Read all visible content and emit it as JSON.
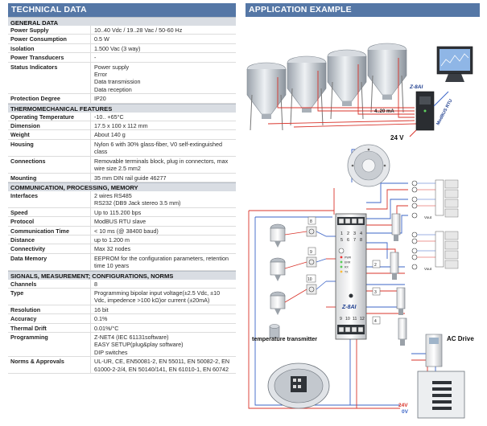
{
  "left": {
    "title": "TECHNICAL DATA",
    "sections": [
      {
        "heading": "GENERAL DATA",
        "rows": [
          {
            "label": "Power Supply",
            "lines": [
              "10..40 Vdc / 19..28 Vac / 50-60 Hz"
            ]
          },
          {
            "label": "Power Consumption",
            "lines": [
              "0.5 W"
            ]
          },
          {
            "label": "Isolation",
            "lines": [
              "1.500 Vac (3 way)"
            ]
          },
          {
            "label": "Power Transducers",
            "lines": [
              "-"
            ]
          },
          {
            "label": "Status Indicators",
            "lines": [
              "Power supply",
              "Error",
              "Data transmission",
              "Data reception"
            ]
          },
          {
            "label": "Protection Degree",
            "lines": [
              "IP20"
            ]
          }
        ]
      },
      {
        "heading": "THERMOMECHANICAL FEATURES",
        "rows": [
          {
            "label": "Operating Temperature",
            "lines": [
              "-10.. +65°C"
            ]
          },
          {
            "label": "Dimension",
            "lines": [
              "17.5 x 100 x 112 mm"
            ]
          },
          {
            "label": "Weight",
            "lines": [
              "About 140 g"
            ]
          },
          {
            "label": "Housing",
            "lines": [
              "Nylon 6 with 30% glass-fiber, V0 self-extinguished",
              "class"
            ]
          },
          {
            "label": "Connections",
            "lines": [
              "Removable terminals block, plug in connectors, max",
              "wire size 2.5 mm2"
            ]
          },
          {
            "label": "Mounting",
            "lines": [
              "35 mm DIN rail guide 46277"
            ]
          }
        ]
      },
      {
        "heading": "COMMUNICATION, PROCESSING,  MEMORY",
        "rows": [
          {
            "label": "Interfaces",
            "lines": [
              "2 wires RS485",
              "RS232 (DB9 Jack stereo 3.5 mm)"
            ]
          },
          {
            "label": "Speed",
            "lines": [
              "Up to 115.200 bps"
            ]
          },
          {
            "label": "Protocol",
            "lines": [
              "ModBUS RTU slave"
            ]
          },
          {
            "label": "Communication Time",
            "lines": [
              "< 10 ms (@ 38400 baud)"
            ]
          },
          {
            "label": "Distance",
            "lines": [
              "up to 1.200 m"
            ]
          },
          {
            "label": "Connectivity",
            "lines": [
              "Max 32 nodes"
            ]
          },
          {
            "label": "Data Memory",
            "lines": [
              "EEPROM for the configuration parameters, retention",
              "time 10 years"
            ]
          }
        ]
      },
      {
        "heading": "SIGNALS, MEASUREMENT; CONFIGURATIONS, NORMS",
        "rows": [
          {
            "label": "Channels",
            "lines": [
              "8"
            ]
          },
          {
            "label": "Type",
            "lines": [
              "Programming bipolar input voltage(±2.5 Vdc, ±10",
              "Vdc, impedence >100 kΩ)or current (±20mA)"
            ]
          },
          {
            "label": "Resolution",
            "lines": [
              "16 bit"
            ]
          },
          {
            "label": "Accuracy",
            "lines": [
              "0.1%"
            ]
          },
          {
            "label": "Thermal Drift",
            "lines": [
              "0.01%/°C"
            ]
          },
          {
            "label": "Programming",
            "lines": [
              "Z-NET4 (IEC 61131software)",
              "EASY SETUP(plug&play software)",
              "DIP switches"
            ]
          },
          {
            "label": "Norms  & Approvals",
            "lines": [
              "UL-UR, CE, EN50081-2, EN 55011, EN 50082-2, EN",
              "61000-2-2/4, EN 50140/141, EN 61010-1, EN 60742"
            ]
          }
        ]
      }
    ]
  },
  "right": {
    "title": "APPLICATION EXAMPLE",
    "top_diagram": {
      "module_label": "Z-8AI",
      "signal_label": "4..20 mA",
      "bus_label": "ModBUS RTU",
      "supply_label": "24 V"
    },
    "wiring_diagram": {
      "module_label": "Z-8AI",
      "terminals_top": [
        "1",
        "2",
        "3",
        "4",
        "5",
        "6",
        "7",
        "8"
      ],
      "terminals_bottom": [
        "9",
        "10",
        "11",
        "12"
      ],
      "led_labels": [
        "PWR",
        "ERR",
        "RX",
        "TX"
      ],
      "sensor_numbers": [
        "8",
        "9",
        "10"
      ],
      "transducer_numbers": [
        "2",
        "3",
        "4"
      ],
      "vout_label": "Vout",
      "temp_label": "temperature transmitter",
      "ac_drive_label": "AC Drive",
      "supply_pos": "24V",
      "supply_neg": "0V"
    }
  },
  "colors": {
    "header_blue": "#5577a6",
    "section_grey": "#d9dde3",
    "wire_red": "#d9342b",
    "wire_blue": "#3b64c7"
  }
}
